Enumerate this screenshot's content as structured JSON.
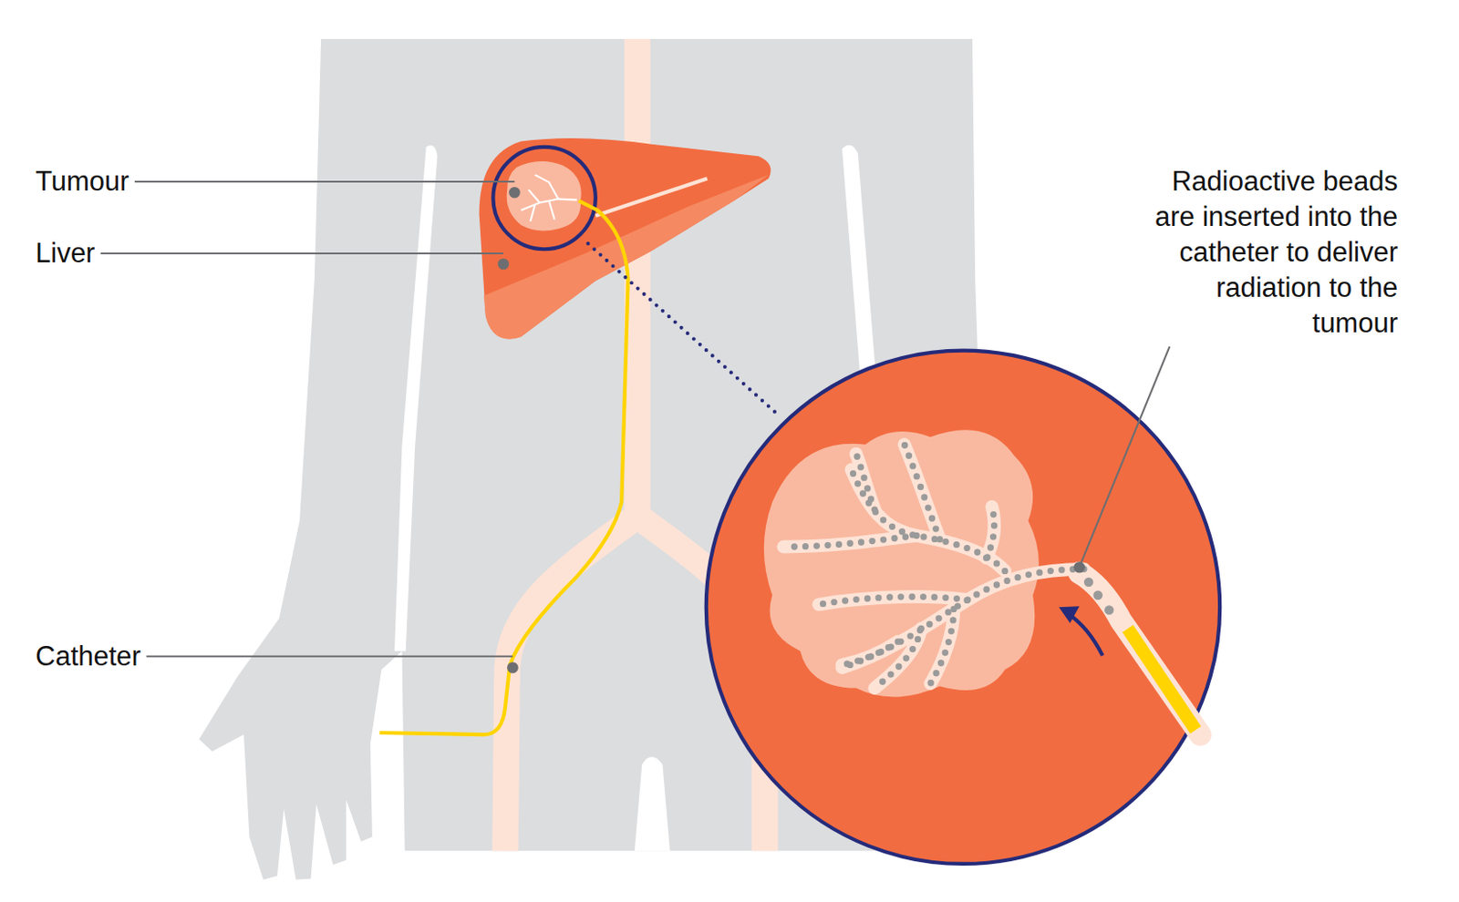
{
  "diagram": {
    "labels": [
      "Tumour",
      "Liver",
      "Catheter",
      "Radioactive beads are inserted into the catheter to deliver radiation to the tumour"
    ]
  }
}
